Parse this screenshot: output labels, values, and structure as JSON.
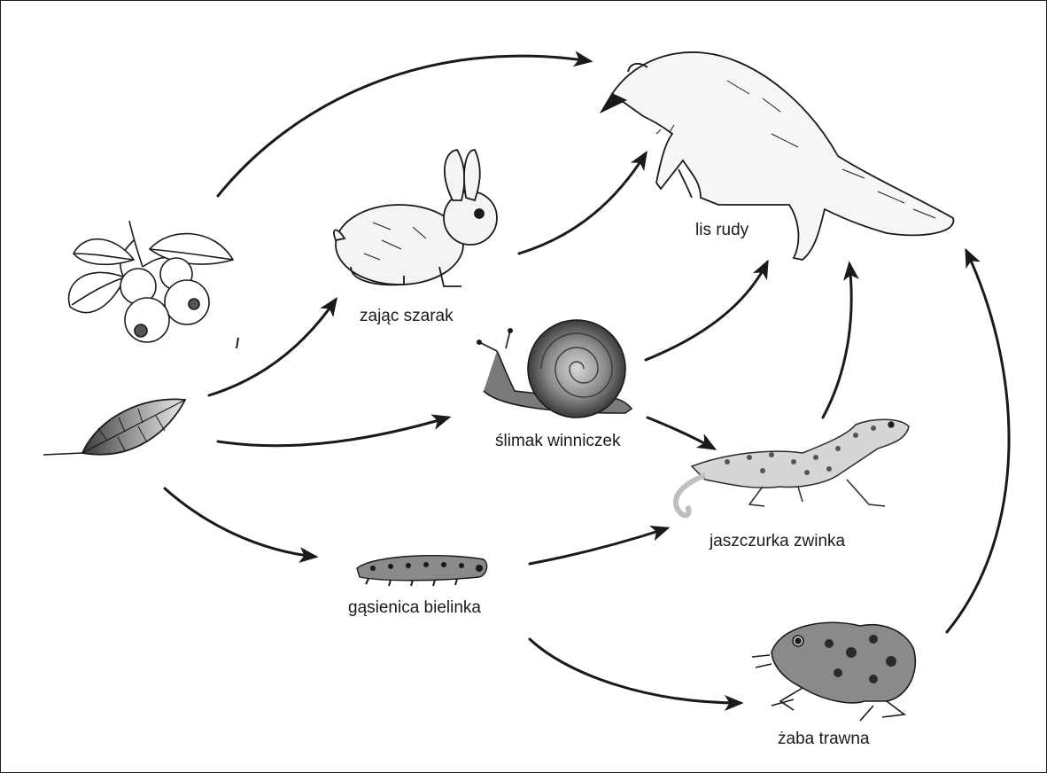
{
  "diagram": {
    "organisms": {
      "fox": {
        "label": "lis rudy",
        "icon": "fox-icon"
      },
      "hare": {
        "label": "zając szarak",
        "icon": "hare-icon"
      },
      "snail": {
        "label": "ślimak winniczek",
        "icon": "snail-icon"
      },
      "lizard": {
        "label": "jaszczurka zwinka",
        "icon": "lizard-icon"
      },
      "caterpillar": {
        "label": "gąsienica bielinka",
        "icon": "caterpillar-icon"
      },
      "frog": {
        "label": "żaba trawna",
        "icon": "frog-icon"
      },
      "berries": {
        "label": "",
        "icon": "blueberries-icon"
      },
      "leaf": {
        "label": "",
        "icon": "leaf-icon"
      }
    },
    "arrows": [
      {
        "from": "berries",
        "to": "fox"
      },
      {
        "from": "leaf",
        "to": "hare"
      },
      {
        "from": "leaf",
        "to": "snail"
      },
      {
        "from": "leaf",
        "to": "caterpillar"
      },
      {
        "from": "hare",
        "to": "fox"
      },
      {
        "from": "snail",
        "to": "fox"
      },
      {
        "from": "snail",
        "to": "lizard"
      },
      {
        "from": "lizard",
        "to": "fox"
      },
      {
        "from": "caterpillar",
        "to": "lizard"
      },
      {
        "from": "caterpillar",
        "to": "frog"
      },
      {
        "from": "frog",
        "to": "fox"
      }
    ],
    "colors": {
      "ink": "#1a1a1a",
      "background": "#ffffff"
    }
  }
}
